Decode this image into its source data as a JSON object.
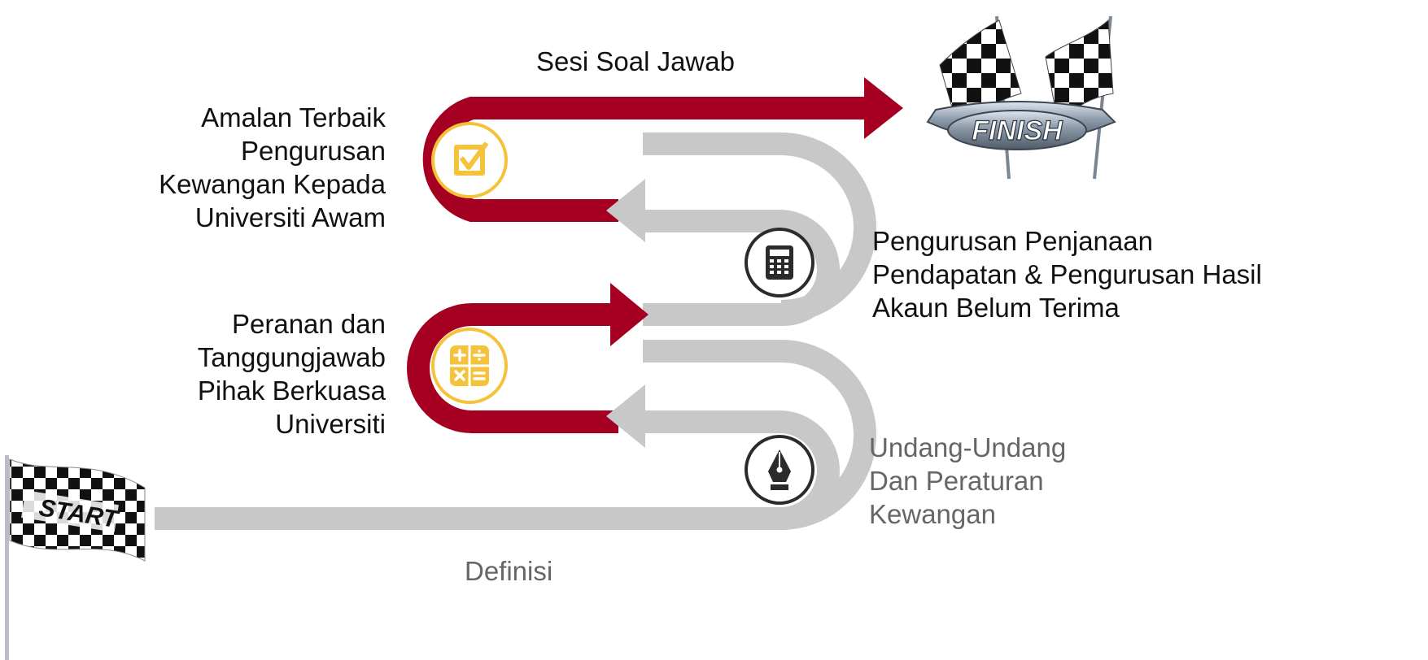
{
  "colors": {
    "path_red": "#A50021",
    "path_gray": "#C8C8C8",
    "icon_gold": "#F5C33B",
    "icon_dark": "#2B2B2B"
  },
  "stages": [
    {
      "lines": [
        "Definisi"
      ],
      "icon": "",
      "color": "gray"
    },
    {
      "lines": [
        "Undang-Undang",
        "Dan Peraturan",
        "Kewangan"
      ],
      "icon": "pen-nib-icon",
      "color": "gray"
    },
    {
      "lines": [
        "Peranan dan",
        "Tanggungjawab",
        "Pihak Berkuasa",
        "Universiti"
      ],
      "icon": "math-operations-icon",
      "color": "red"
    },
    {
      "lines": [
        "Pengurusan Penjanaan",
        "Pendapatan & Pengurusan Hasil",
        "Akaun Belum Terima"
      ],
      "icon": "calculator-icon",
      "color": "gray"
    },
    {
      "lines": [
        "Amalan Terbaik",
        "Pengurusan",
        "Kewangan Kepada",
        "Universiti Awam"
      ],
      "icon": "checkbox-icon",
      "color": "red"
    },
    {
      "lines": [
        "Sesi Soal Jawab"
      ],
      "icon": "",
      "color": "red"
    }
  ],
  "flags": {
    "start_text": "START",
    "finish_text": "FINISH"
  }
}
